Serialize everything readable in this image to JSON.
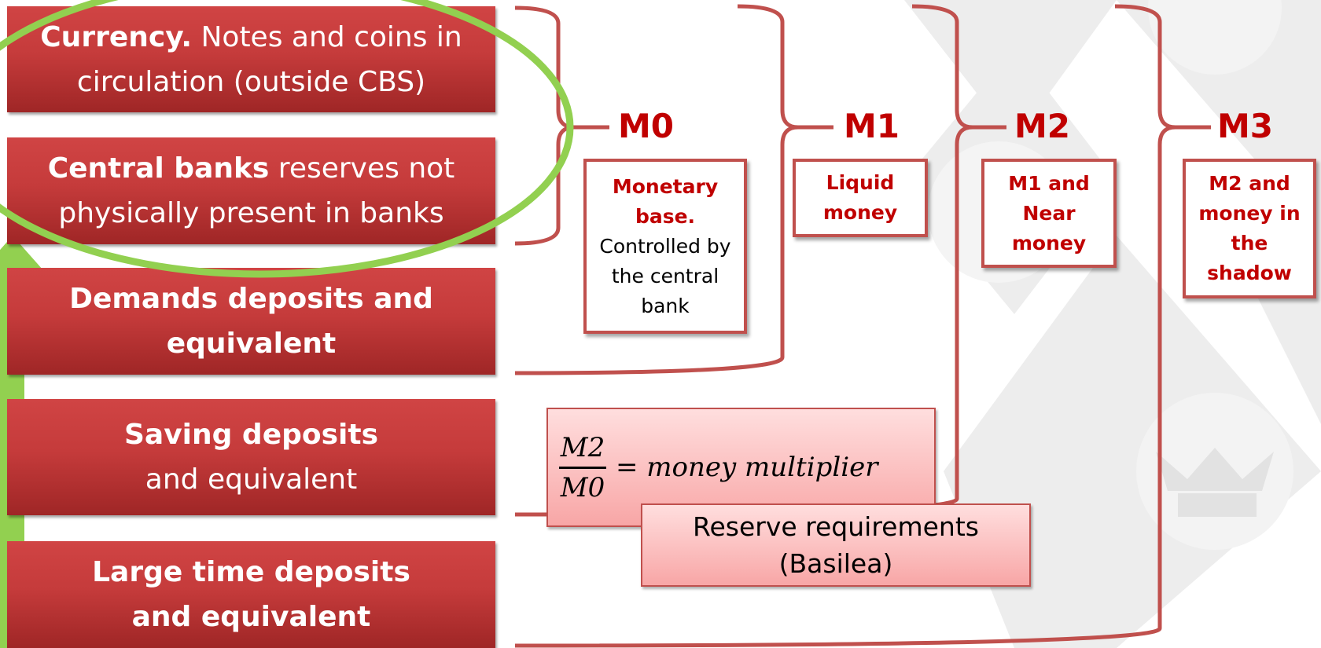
{
  "rows": [
    {
      "bold": "Currency.",
      "text": " Notes and coins in circulation (outside CBS)"
    },
    {
      "bold": "Central banks",
      "text": " reserves not physically present in banks"
    },
    {
      "bold": "Demands deposits and equivalent",
      "text": ""
    },
    {
      "bold": "Saving deposits",
      "text": " and equivalent"
    },
    {
      "bold": "Large time deposits and equivalent",
      "text": ""
    }
  ],
  "aggregates": [
    {
      "label": "M0",
      "desc_bold": "Monetary base.",
      "desc": "Controlled by the central bank"
    },
    {
      "label": "M1",
      "desc_bold": "Liquid money",
      "desc": ""
    },
    {
      "label": "M2",
      "desc_bold": "M1 and Near money",
      "desc": ""
    },
    {
      "label": "M3",
      "desc_bold": "M2 and money in the shadow",
      "desc": ""
    }
  ],
  "formula": {
    "numerator": "M2",
    "denominator": "M0",
    "rhs": "= money multiplier"
  },
  "reserve_box": {
    "line1": "Reserve requirements",
    "line2": "(Basilea)"
  },
  "colors": {
    "red": "#c00000",
    "bracket": "#c0504d",
    "green": "#92d050",
    "box_red": "#c53b3b"
  }
}
